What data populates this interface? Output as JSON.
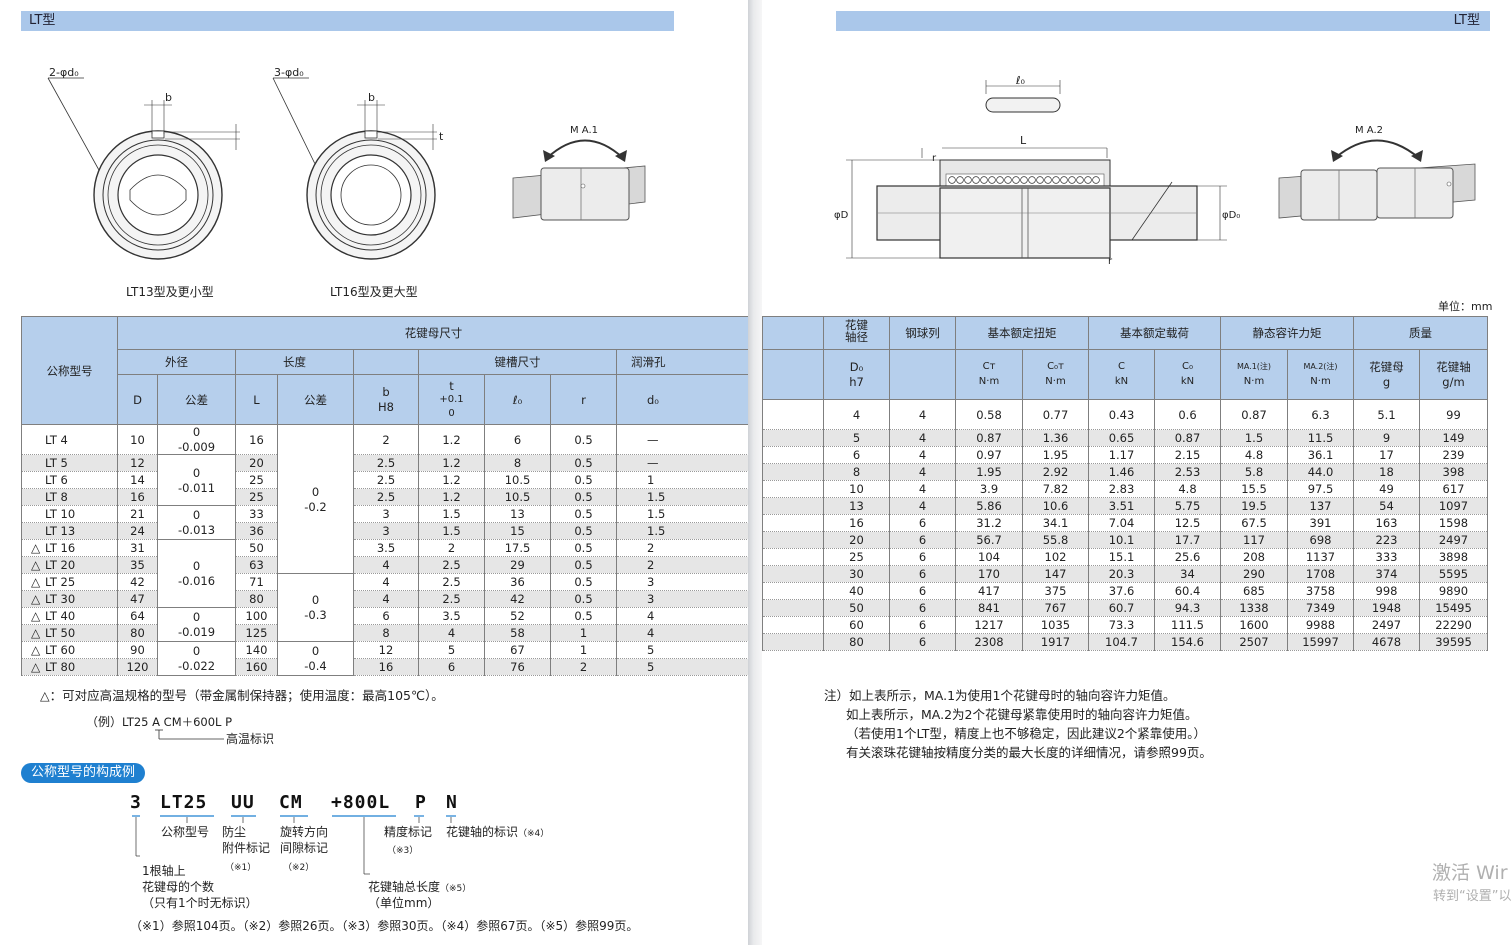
{
  "header": {
    "left_title": "LT型",
    "right_title": "LT型"
  },
  "figures": {
    "small_caption": "LT13型及更小型",
    "large_caption": "LT16型及更大型",
    "label_2d": "2-φd₀",
    "label_3d": "3-φd₀",
    "label_b": "b",
    "label_t": "t",
    "label_ma1": "M A.1",
    "label_ma2": "M A.2",
    "label_l0": "ℓ₀",
    "label_L": "L",
    "label_r": "r",
    "label_D": "φD",
    "label_D0": "φD₀"
  },
  "unit_label": "单位：mm",
  "table": {
    "h_model": "公称型号",
    "h_nut_dims": "花键母尺寸",
    "h_od": "外径",
    "h_len": "长度",
    "h_keyway": "键槽尺寸",
    "h_lube": "润滑孔",
    "h_D": "D",
    "h_tol": "公差",
    "h_L": "L",
    "h_tol2": "公差",
    "h_b": "b",
    "h_b2": "H8",
    "h_t": "t",
    "h_t2": "+0.1",
    "h_t3": "0",
    "h_l0": "ℓ₀",
    "h_r": "r",
    "h_d0": "d₀",
    "h_shaft_od": "花键\n轴径",
    "h_balls": "钢球列",
    "h_torque": "基本额定扭矩",
    "h_load": "基本额定载荷",
    "h_moment": "静态容许力矩",
    "h_mass": "质量",
    "h_D0": "D₀",
    "h_D0b": "h7",
    "h_CT": "Cт",
    "h_CT_u": "N·m",
    "h_C0T": "C₀т",
    "h_C0T_u": "N·m",
    "h_C": "C",
    "h_C_u": "kN",
    "h_C0": "C₀",
    "h_C0_u": "kN",
    "h_MA1": "MA.1(注)",
    "h_MA1_u": "N·m",
    "h_MA2": "MA.2(注)",
    "h_MA2_u": "N·m",
    "h_nut_mass": "花键母",
    "h_nut_mass_u": "g",
    "h_shaft_mass": "花键轴",
    "h_shaft_mass_u": "g/m",
    "tri": "△",
    "od_tol": [
      [
        "0",
        "-0.009"
      ],
      [
        "0",
        "-0.011"
      ],
      [
        "0",
        "-0.013"
      ],
      [
        "0",
        "-0.016"
      ],
      [
        "0",
        "-0.019"
      ],
      [
        "0",
        "-0.022"
      ]
    ],
    "len_tol": [
      [
        "0",
        "-0.2"
      ],
      [
        "0",
        "-0.3"
      ],
      [
        "0",
        "-0.4"
      ]
    ],
    "rows": [
      {
        "tri": false,
        "model": "LT 4",
        "D": "10",
        "L": "16",
        "b": "2",
        "t": "1.2",
        "l0": "6",
        "r": "0.5",
        "d0": "—",
        "D0": "4",
        "balls": "4",
        "CT": "0.58",
        "C0T": "0.77",
        "C": "0.43",
        "C0": "0.6",
        "MA1": "0.87",
        "MA2": "6.3",
        "nut": "5.1",
        "shaft": "99"
      },
      {
        "tri": false,
        "model": "LT 5",
        "D": "12",
        "L": "20",
        "b": "2.5",
        "t": "1.2",
        "l0": "8",
        "r": "0.5",
        "d0": "—",
        "D0": "5",
        "balls": "4",
        "CT": "0.87",
        "C0T": "1.36",
        "C": "0.65",
        "C0": "0.87",
        "MA1": "1.5",
        "MA2": "11.5",
        "nut": "9",
        "shaft": "149"
      },
      {
        "tri": false,
        "model": "LT 6",
        "D": "14",
        "L": "25",
        "b": "2.5",
        "t": "1.2",
        "l0": "10.5",
        "r": "0.5",
        "d0": "1",
        "D0": "6",
        "balls": "4",
        "CT": "0.97",
        "C0T": "1.95",
        "C": "1.17",
        "C0": "2.15",
        "MA1": "4.8",
        "MA2": "36.1",
        "nut": "17",
        "shaft": "239"
      },
      {
        "tri": false,
        "model": "LT 8",
        "D": "16",
        "L": "25",
        "b": "2.5",
        "t": "1.2",
        "l0": "10.5",
        "r": "0.5",
        "d0": "1.5",
        "D0": "8",
        "balls": "4",
        "CT": "1.95",
        "C0T": "2.92",
        "C": "1.46",
        "C0": "2.53",
        "MA1": "5.8",
        "MA2": "44.0",
        "nut": "18",
        "shaft": "398"
      },
      {
        "tri": false,
        "model": "LT 10",
        "D": "21",
        "L": "33",
        "b": "3",
        "t": "1.5",
        "l0": "13",
        "r": "0.5",
        "d0": "1.5",
        "D0": "10",
        "balls": "4",
        "CT": "3.9",
        "C0T": "7.82",
        "C": "2.83",
        "C0": "4.8",
        "MA1": "15.5",
        "MA2": "97.5",
        "nut": "49",
        "shaft": "617"
      },
      {
        "tri": false,
        "model": "LT 13",
        "D": "24",
        "L": "36",
        "b": "3",
        "t": "1.5",
        "l0": "15",
        "r": "0.5",
        "d0": "1.5",
        "D0": "13",
        "balls": "4",
        "CT": "5.86",
        "C0T": "10.6",
        "C": "3.51",
        "C0": "5.75",
        "MA1": "19.5",
        "MA2": "137",
        "nut": "54",
        "shaft": "1097"
      },
      {
        "tri": true,
        "model": "LT 16",
        "D": "31",
        "L": "50",
        "b": "3.5",
        "t": "2",
        "l0": "17.5",
        "r": "0.5",
        "d0": "2",
        "D0": "16",
        "balls": "6",
        "CT": "31.2",
        "C0T": "34.1",
        "C": "7.04",
        "C0": "12.5",
        "MA1": "67.5",
        "MA2": "391",
        "nut": "163",
        "shaft": "1598"
      },
      {
        "tri": true,
        "model": "LT 20",
        "D": "35",
        "L": "63",
        "b": "4",
        "t": "2.5",
        "l0": "29",
        "r": "0.5",
        "d0": "2",
        "D0": "20",
        "balls": "6",
        "CT": "56.7",
        "C0T": "55.8",
        "C": "10.1",
        "C0": "17.7",
        "MA1": "117",
        "MA2": "698",
        "nut": "223",
        "shaft": "2497"
      },
      {
        "tri": true,
        "model": "LT 25",
        "D": "42",
        "L": "71",
        "b": "4",
        "t": "2.5",
        "l0": "36",
        "r": "0.5",
        "d0": "3",
        "D0": "25",
        "balls": "6",
        "CT": "104",
        "C0T": "102",
        "C": "15.1",
        "C0": "25.6",
        "MA1": "208",
        "MA2": "1137",
        "nut": "333",
        "shaft": "3898"
      },
      {
        "tri": true,
        "model": "LT 30",
        "D": "47",
        "L": "80",
        "b": "4",
        "t": "2.5",
        "l0": "42",
        "r": "0.5",
        "d0": "3",
        "D0": "30",
        "balls": "6",
        "CT": "170",
        "C0T": "147",
        "C": "20.3",
        "C0": "34",
        "MA1": "290",
        "MA2": "1708",
        "nut": "374",
        "shaft": "5595"
      },
      {
        "tri": true,
        "model": "LT 40",
        "D": "64",
        "L": "100",
        "b": "6",
        "t": "3.5",
        "l0": "52",
        "r": "0.5",
        "d0": "4",
        "D0": "40",
        "balls": "6",
        "CT": "417",
        "C0T": "375",
        "C": "37.6",
        "C0": "60.4",
        "MA1": "685",
        "MA2": "3758",
        "nut": "998",
        "shaft": "9890"
      },
      {
        "tri": true,
        "model": "LT 50",
        "D": "80",
        "L": "125",
        "b": "8",
        "t": "4",
        "l0": "58",
        "r": "1",
        "d0": "4",
        "D0": "50",
        "balls": "6",
        "CT": "841",
        "C0T": "767",
        "C": "60.7",
        "C0": "94.3",
        "MA1": "1338",
        "MA2": "7349",
        "nut": "1948",
        "shaft": "15495"
      },
      {
        "tri": true,
        "model": "LT 60",
        "D": "90",
        "L": "140",
        "b": "12",
        "t": "5",
        "l0": "67",
        "r": "1",
        "d0": "5",
        "D0": "60",
        "balls": "6",
        "CT": "1217",
        "C0T": "1035",
        "C": "73.3",
        "C0": "111.5",
        "MA1": "1600",
        "MA2": "9988",
        "nut": "2497",
        "shaft": "22290"
      },
      {
        "tri": true,
        "model": "LT 80",
        "D": "120",
        "L": "160",
        "b": "16",
        "t": "6",
        "l0": "76",
        "r": "2",
        "d0": "5",
        "D0": "80",
        "balls": "6",
        "CT": "2308",
        "C0T": "1917",
        "C": "104.7",
        "C0": "154.6",
        "MA1": "2507",
        "MA2": "15997",
        "nut": "4678",
        "shaft": "39595"
      }
    ]
  },
  "notes_left": {
    "tri_note": "△：可对应高温规格的型号（带金属制保持器；使用温度：最高105℃）。",
    "example_prefix": "（例）",
    "example_code": "LT25 A CM＋600L P",
    "example_label": "高温标识"
  },
  "composition": {
    "badge": "公称型号的构成例",
    "code_parts": [
      "3",
      "LT25",
      "UU",
      "CM",
      "+800L",
      "P",
      "N"
    ],
    "label_model": "公称型号",
    "label_dust": "防尘\n附件标记",
    "label_dust_ref": "（※1）",
    "label_dir": "旋转方向\n间隙标记",
    "label_dir_ref": "（※2）",
    "label_acc": "精度标记",
    "label_acc_ref": "（※3）",
    "label_shaft": "花键轴的标识",
    "label_shaft_ref": "（※4）",
    "label_nuts": "1根轴上\n花键母的个数\n（只有1个时无标识）",
    "label_length": "花键轴总长度",
    "label_length_ref": "（※5）",
    "label_length_unit": "（单位mm）",
    "footnote": "（※1）参照104页。（※2）参照26页。（※3）参照30页。（※4）参照67页。（※5）参照99页。"
  },
  "notes_right": [
    "注）如上表所示，MA.1为使用1个花键母时的轴向容许力矩值。",
    "如上表所示，MA.2为2个花键母紧靠使用时的轴向容许力矩值。",
    "（若使用1个LT型，精度上也不够稳定，因此建议2个紧靠使用。）",
    "有关滚珠花键轴按精度分类的最大长度的详细情况，请参照99页。"
  ],
  "watermark": {
    "line1": "激活 Wir",
    "line2": "转到“设置”以"
  }
}
